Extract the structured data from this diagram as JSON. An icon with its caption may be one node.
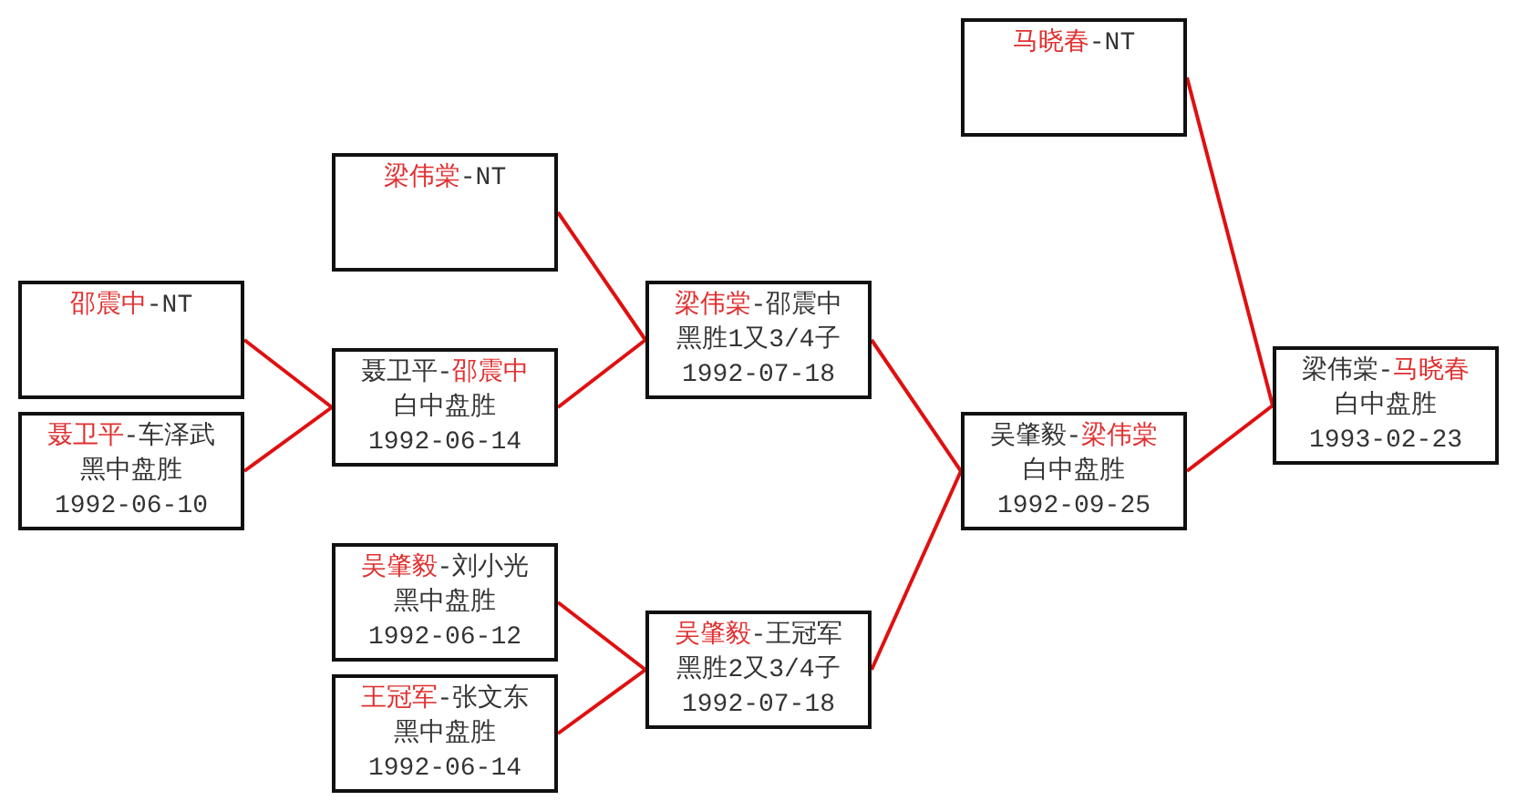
{
  "diagram": {
    "nodes": [
      {
        "text": [
          "**邵震中**-NT"
        ]
      },
      {
        "text": [
          "**聂卫平**-车泽武",
          "黑中盘胜",
          "1992-06-10"
        ]
      },
      {
        "text": [
          "**梁伟棠**-NT"
        ]
      },
      {
        "text": [
          "聂卫平-**邵震中**",
          "白中盘胜",
          "1992-06-14"
        ]
      },
      {
        "text": [
          "**吴肇毅**-刘小光",
          "黑中盘胜",
          "1992-06-12"
        ]
      },
      {
        "text": [
          "**王冠军**-张文东",
          "黑中盘胜",
          "1992-06-14"
        ]
      },
      {
        "text": [
          "**梁伟棠**-邵震中",
          "黑胜1又3/4子",
          "1992-07-18"
        ]
      },
      {
        "text": [
          "**吴肇毅**-王冠军",
          "黑胜2又3/4子",
          "1992-07-18"
        ]
      },
      {
        "text": [
          "**马晓春**-NT"
        ]
      },
      {
        "text": [
          "吴肇毅-**梁伟棠**",
          "白中盘胜",
          "1992-09-25"
        ]
      },
      {
        "text": [
          "梁伟棠-**马晓春**",
          "白中盘胜",
          "1993-02-23"
        ]
      }
    ],
    "edges": [
      {
        "from": 0,
        "to": 3,
        "arrow": "none"
      },
      {
        "from": 1,
        "to": 3,
        "arrow": "none"
      },
      {
        "from": 2,
        "to": 6,
        "arrow": "none"
      },
      {
        "from": 3,
        "to": 6,
        "arrow": "none"
      },
      {
        "from": 4,
        "to": 7,
        "arrow": "none"
      },
      {
        "from": 5,
        "to": 7,
        "arrow": "none"
      },
      {
        "from": 6,
        "to": 9,
        "arrow": "none"
      },
      {
        "from": 7,
        "to": 9,
        "arrow": "none"
      },
      {
        "from": 8,
        "to": 10,
        "arrow": "none"
      },
      {
        "from": 9,
        "to": 10,
        "arrow": "none"
      }
    ]
  }
}
